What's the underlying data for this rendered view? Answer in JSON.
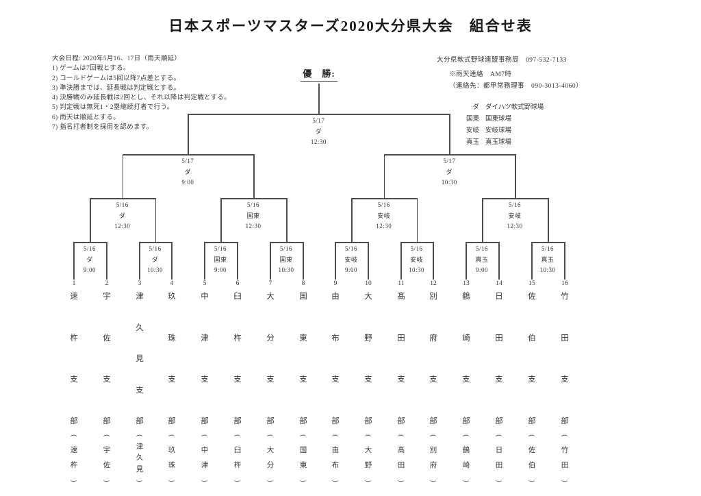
{
  "page": {
    "title": "日本スポーツマスターズ2020大分県大会　組合せ表"
  },
  "notes": {
    "lines": [
      "大会日程: 2020年5月16、17日（雨天順延）",
      "1) ゲームは7回戦とする。",
      "2) コールドゲームは5回以降7点差とする。",
      "3) 準決勝までは、延長戦は判定戦とする。",
      "4) 決勝戦のみ延長戦は2回とし、それ以降は判定戦とする。",
      "5) 判定戦は無死1・2塁継続打者で行う。",
      "6) 雨天は順延とする。",
      "7) 指名打者制を採用を認めます。"
    ]
  },
  "contact": {
    "office": "大分県軟式野球連盟事務局　097-532-7133",
    "rain_notice": "※雨天連絡　AM7時",
    "rain_contact": "（連絡先：都甲常務理事　090-3013-4060）"
  },
  "venue_legend": [
    {
      "abbr": "ダ",
      "name": "ダイハツ軟式野球場"
    },
    {
      "abbr": "国東",
      "name": "国東球場"
    },
    {
      "abbr": "安岐",
      "name": "安岐球場"
    },
    {
      "abbr": "真玉",
      "name": "真玉球場"
    }
  ],
  "bracket": {
    "champion_label": "優　勝:",
    "final": {
      "date": "5/17",
      "venue": "ダ",
      "time": "12:30"
    },
    "semifinals": [
      {
        "date": "5/17",
        "venue": "ダ",
        "time": "9:00"
      },
      {
        "date": "5/17",
        "venue": "ダ",
        "time": "10:30"
      }
    ],
    "quarterfinals": [
      {
        "date": "5/16",
        "venue": "ダ",
        "time": "12:30"
      },
      {
        "date": "5/16",
        "venue": "国東",
        "time": "12:30"
      },
      {
        "date": "5/16",
        "venue": "安岐",
        "time": "12:30"
      },
      {
        "date": "5/16",
        "venue": "安岐",
        "time": "12:30"
      }
    ],
    "round1": [
      {
        "date": "5/16",
        "venue": "ダ",
        "time": "9:00"
      },
      {
        "date": "5/16",
        "venue": "ダ",
        "time": "10:30"
      },
      {
        "date": "5/16",
        "venue": "国東",
        "time": "9:00"
      },
      {
        "date": "5/16",
        "venue": "国東",
        "time": "10:30"
      },
      {
        "date": "5/16",
        "venue": "安岐",
        "time": "9:00"
      },
      {
        "date": "5/16",
        "venue": "安岐",
        "time": "10:30"
      },
      {
        "date": "5/16",
        "venue": "真玉",
        "time": "9:00"
      },
      {
        "date": "5/16",
        "venue": "真玉",
        "time": "10:30"
      }
    ]
  },
  "teams": [
    {
      "seed": "1",
      "name": "速杵支部",
      "short": "速杵"
    },
    {
      "seed": "2",
      "name": "宇佐支部",
      "short": "宇佐"
    },
    {
      "seed": "3",
      "name": "津久見支部",
      "short": "津久見"
    },
    {
      "seed": "4",
      "name": "玖珠支部",
      "short": "玖珠"
    },
    {
      "seed": "5",
      "name": "中津支部",
      "short": "中津"
    },
    {
      "seed": "6",
      "name": "臼杵支部",
      "short": "臼杵"
    },
    {
      "seed": "7",
      "name": "大分支部",
      "short": "大分"
    },
    {
      "seed": "8",
      "name": "国東支部",
      "short": "国東"
    },
    {
      "seed": "9",
      "name": "由布支部",
      "short": "由布"
    },
    {
      "seed": "10",
      "name": "大野支部",
      "short": "大野"
    },
    {
      "seed": "11",
      "name": "髙田支部",
      "short": "髙田"
    },
    {
      "seed": "12",
      "name": "別府支部",
      "short": "別府"
    },
    {
      "seed": "13",
      "name": "鶴崎支部",
      "short": "鶴崎"
    },
    {
      "seed": "14",
      "name": "日田支部",
      "short": "日田"
    },
    {
      "seed": "15",
      "name": "佐伯支部",
      "short": "佐伯"
    },
    {
      "seed": "16",
      "name": "竹田支部",
      "short": "竹田"
    }
  ]
}
